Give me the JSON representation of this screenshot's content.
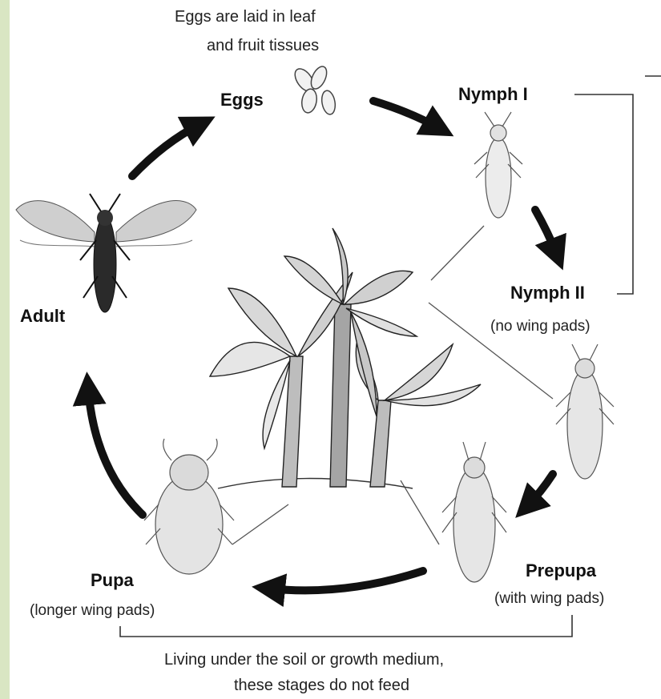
{
  "stages": {
    "eggs": "Eggs",
    "nymph1": "Nymph I",
    "nymph2": "Nymph II",
    "nymph2_note": "(no wing pads)",
    "prepupa": "Prepupa",
    "prepupa_note": "(with wing pads)",
    "pupa": "Pupa",
    "pupa_note": "(longer wing pads)",
    "adult": "Adult"
  },
  "notes": {
    "eggs_line1": "Eggs are laid in leaf",
    "eggs_line2": "and fruit tissues",
    "soil_line1": "Living under the soil or growth medium,",
    "soil_line2": "these stages do not feed"
  },
  "colors": {
    "left_bar": "#d9e6c3",
    "ink": "#111111"
  }
}
